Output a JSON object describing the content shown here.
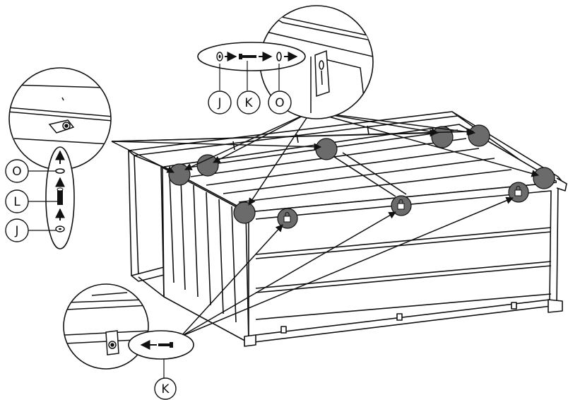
{
  "colors": {
    "line": "#111111",
    "marker": "#6b6b6b",
    "background": "#ffffff"
  },
  "labels": {
    "top_washer": "J",
    "top_bolt": "K",
    "top_spacer": "O",
    "left_spacer": "O",
    "left_pin": "L",
    "left_washer": "J",
    "bottom_bolt": "K"
  },
  "icons": [
    "arrow-icon",
    "washer-icon",
    "bolt-icon",
    "spacer-icon",
    "pin-icon",
    "lock-icon"
  ]
}
